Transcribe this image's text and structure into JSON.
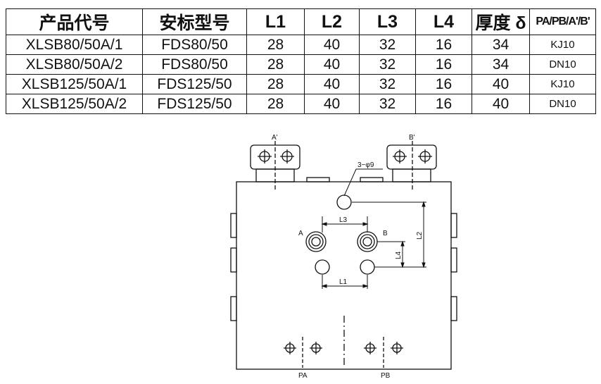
{
  "table": {
    "headers": [
      "产品代号",
      "安标型号",
      "L1",
      "L2",
      "L3",
      "L4",
      "厚度 δ",
      "PA/PB/A'/B'"
    ],
    "rows": [
      [
        "XLSB80/50A/1",
        "FDS80/50",
        "28",
        "40",
        "32",
        "16",
        "34",
        "KJ10"
      ],
      [
        "XLSB80/50A/2",
        "FDS80/50",
        "28",
        "40",
        "32",
        "16",
        "34",
        "DN10"
      ],
      [
        "XLSB125/50A/1",
        "FDS125/50",
        "28",
        "40",
        "32",
        "16",
        "40",
        "KJ10"
      ],
      [
        "XLSB125/50A/2",
        "FDS125/50",
        "28",
        "40",
        "32",
        "16",
        "40",
        "DN10"
      ]
    ]
  },
  "drawing": {
    "port_a_prime": "A'",
    "port_b_prime": "B'",
    "hole_callout": "3−φ9",
    "port_a": "A",
    "port_b": "B",
    "port_pa": "PA",
    "port_pb": "PB",
    "dim_l1": "L1",
    "dim_l2": "L2",
    "dim_l3": "L3",
    "dim_l4": "L4"
  }
}
